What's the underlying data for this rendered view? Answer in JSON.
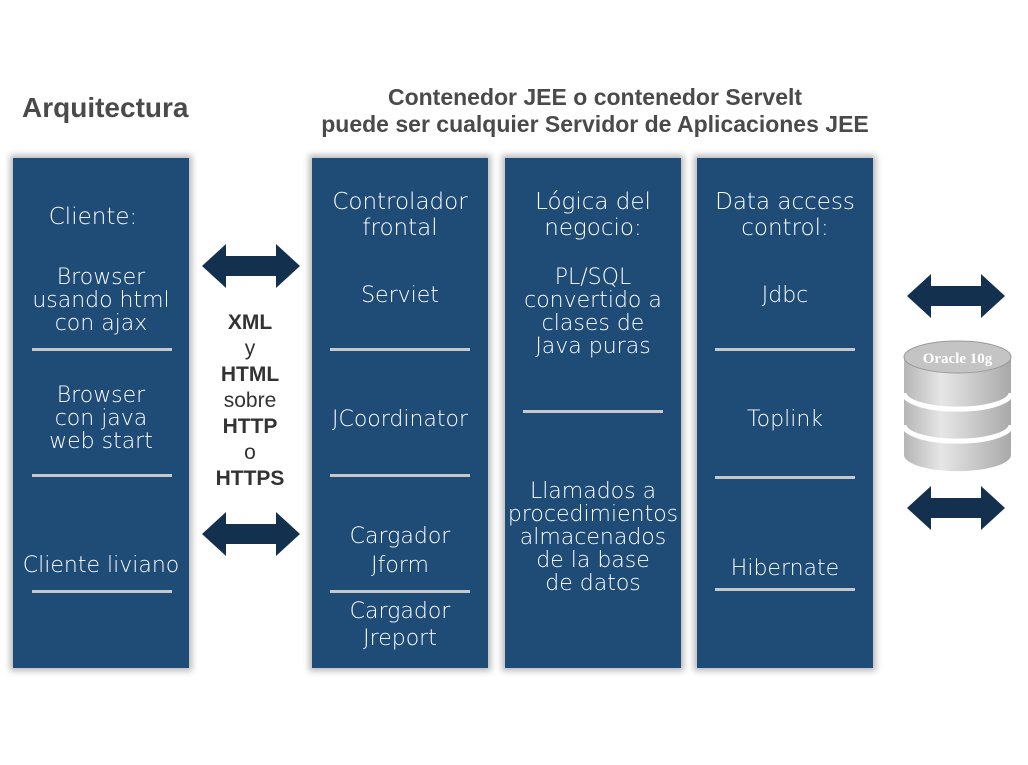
{
  "header": {
    "left_title": "Arquitectura",
    "top_title_line1": "Contenedor JEE o contenedor Servelt",
    "top_title_line2": "puede ser cualquier Servidor de Aplicaciones JEE"
  },
  "client_column": {
    "heading": "Cliente:",
    "items": [
      [
        "Browser",
        "usando html",
        "con ajax"
      ],
      [
        "Browser",
        "con java",
        "web start"
      ],
      [
        "Cliente liviano"
      ]
    ]
  },
  "protocol": [
    "XML",
    "y",
    "HTML",
    "sobre",
    "HTTP",
    "o",
    "HTTPS"
  ],
  "controller_column": {
    "heading": [
      "Controlador",
      "frontal"
    ],
    "items": [
      [
        "Serviet"
      ],
      [
        "JCoordinator"
      ],
      [
        "Cargador",
        "Jform"
      ],
      [
        "Cargador",
        "Jreport"
      ]
    ]
  },
  "logic_column": {
    "heading": [
      "Lógica del",
      "negocio:"
    ],
    "items": [
      [
        "PL/SQL",
        "convertido a",
        "clases de",
        "Java puras"
      ],
      [
        "Llamados a",
        "procedimientos",
        "almacenados",
        "de la base",
        "de datos"
      ]
    ]
  },
  "data_column": {
    "heading": [
      "Data access",
      "control:"
    ],
    "items": [
      [
        "Jdbc"
      ],
      [
        "Toplink"
      ],
      [
        "Hibernate"
      ]
    ]
  },
  "database": {
    "label": "Oracle 10g"
  },
  "colors": {
    "column": "#1f4b77",
    "arrow": "#14304f",
    "separator": "#c8c8c8",
    "db": "#d2d2d2"
  }
}
